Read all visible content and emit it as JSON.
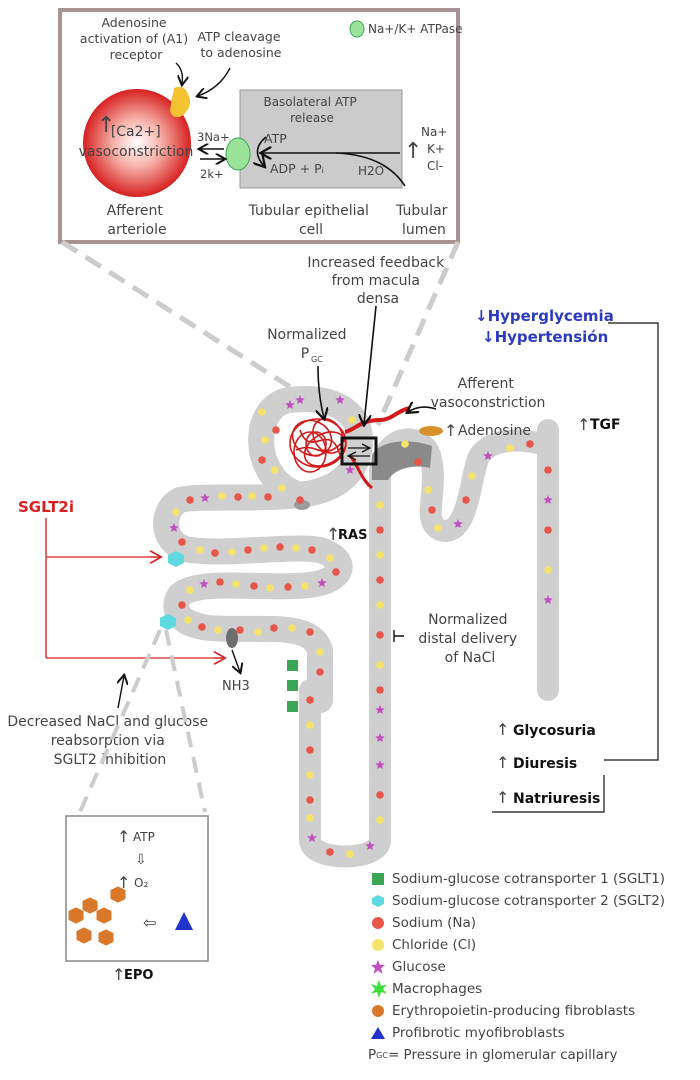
{
  "inset_top": {
    "adenosine_a1": "Adenosine activation of (A1) receptor",
    "adenosine_a1_lines": [
      "Adenosine",
      "activation of (A1)",
      "receptor"
    ],
    "atp_cleavage_lines": [
      "ATP cleavage",
      "to adenosine"
    ],
    "atpase_legend": "Na+/K+ ATPase",
    "ca_lines": [
      "[Ca2+]",
      "vasoconstriction"
    ],
    "arrow_up": "↑",
    "basolateral_lines": [
      "Basolateral ATP",
      "release"
    ],
    "three_na": "3Na+",
    "two_k": "2k+",
    "atp": "ATP",
    "adp_pi": "ADP + Pᵢ",
    "h2o": "H2O",
    "ions": [
      "Na+",
      "K+",
      "Cl-"
    ],
    "afferent_lines": [
      "Afferent",
      "arteriole"
    ],
    "tubular_cell_lines": [
      "Tubular epithelial",
      "cell"
    ],
    "tubular_lumen_lines": [
      "Tubular",
      "lumen"
    ]
  },
  "labels": {
    "feedback_lines": [
      "Increased feedback",
      "from macula",
      "densa"
    ],
    "normalized_pgc_lines": [
      "Normalized",
      "P"
    ],
    "pgc_sub": "GC",
    "afferent_vaso_lines": [
      "Afferent",
      "vasoconstriction"
    ],
    "adenosine": "Adenosine",
    "tgf": "TGF",
    "hyperglycemia": "↓Hyperglycemia",
    "hypertension": "↓Hypertensión",
    "sglt2i": "SGLT2i",
    "ras": "RAS",
    "nh3": "NH3",
    "normalized_distal_lines": [
      "Normalized",
      "distal delivery",
      "of NaCl"
    ],
    "decreased_lines": [
      "Decreased NaCl and glucose",
      "reabsorption via",
      "SGLT2 inhibition"
    ],
    "glycosuria": "Glycosuria",
    "diuresis": "Diuresis",
    "natriuresis": "Natriuresis"
  },
  "inset_bottom": {
    "atp": "ATP",
    "o2": "O₂",
    "epo": "EPO"
  },
  "legend": [
    {
      "shape": "square",
      "color": "#3aa655",
      "label": "Sodium-glucose cotransporter 1 (SGLT1)"
    },
    {
      "shape": "hexagon",
      "color": "#5fd9e0",
      "label": "Sodium-glucose cotransporter 2 (SGLT2)"
    },
    {
      "shape": "circle",
      "color": "#e8564a",
      "label": "Sodium (Na)"
    },
    {
      "shape": "circle",
      "color": "#f4e36a",
      "label": "Chloride (Cl)"
    },
    {
      "shape": "star",
      "color": "#c24fc0",
      "label": "Glucose"
    },
    {
      "shape": "burst",
      "color": "#3be03b",
      "label": "Macrophages"
    },
    {
      "shape": "circle",
      "color": "#d9782a",
      "label": "Erythropoietin-producing fibroblasts"
    },
    {
      "shape": "triangle",
      "color": "#2233cc",
      "label": "Profibrotic myofibroblasts"
    }
  ],
  "legend_pgc_prefix": "P",
  "legend_pgc_sub": "GC",
  "legend_pgc_rest": "= Pressure in glomerular capillary",
  "colors": {
    "tubule": "#cfcfcf",
    "sodium": "#e8564a",
    "chloride": "#f4e36a",
    "glucose": "#c24fc0",
    "sglt2": "#5fd9e0",
    "sglt1": "#3aa655",
    "blue_text": "#2b3bbf",
    "red_text": "#d62020",
    "inset_border": "#a89294"
  }
}
